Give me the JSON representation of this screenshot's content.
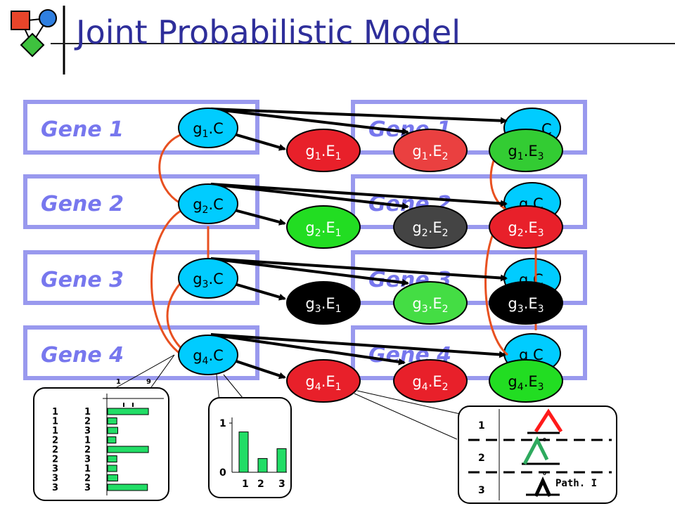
{
  "slide": {
    "title": "Joint Probabilistic Model"
  },
  "logo": {
    "icon": "node-graph-logo",
    "colors": [
      "#e8452a",
      "#2f7fe0",
      "#3ec23e"
    ]
  },
  "genes": [
    {
      "label": "Gene 1"
    },
    {
      "label": "Gene 2"
    },
    {
      "label": "Gene 3"
    },
    {
      "label": "Gene 4"
    }
  ],
  "cluster_nodes": [
    {
      "base": "g",
      "index": "1",
      "suffix": ".C"
    },
    {
      "base": "g",
      "index": "2",
      "suffix": ".C"
    },
    {
      "base": "g",
      "index": "3",
      "suffix": ".C"
    },
    {
      "base": "g",
      "index": "4",
      "suffix": ".C"
    }
  ],
  "right_cluster_nodes": [
    {
      "text": "C"
    },
    {
      "text": "g  C"
    },
    {
      "text": "g  C"
    },
    {
      "text": "g  C"
    }
  ],
  "expression_nodes": [
    [
      {
        "base": "g",
        "index": "1",
        "mid": ".E",
        "exp": "1",
        "fill": "#e8202a",
        "text_color": "#ffffff"
      },
      {
        "base": "g",
        "index": "1",
        "mid": ".E",
        "exp": "2",
        "fill": "#ea4040",
        "text_color": "#ffffff"
      },
      {
        "base": "g",
        "index": "1",
        "mid": ".E",
        "exp": "3",
        "fill": "#33cc33",
        "text_color": "#000000"
      }
    ],
    [
      {
        "base": "g",
        "index": "2",
        "mid": ".E",
        "exp": "1",
        "fill": "#22dd22",
        "text_color": "#ffffff"
      },
      {
        "base": "g",
        "index": "2",
        "mid": ".E",
        "exp": "2",
        "fill": "#444444",
        "text_color": "#ffffff"
      },
      {
        "base": "g",
        "index": "2",
        "mid": ".E",
        "exp": "3",
        "fill": "#e8202a",
        "text_color": "#ffffff"
      }
    ],
    [
      {
        "base": "g",
        "index": "3",
        "mid": ".E",
        "exp": "1",
        "fill": "#000000",
        "text_color": "#ffffff"
      },
      {
        "base": "g",
        "index": "3",
        "mid": ".E",
        "exp": "2",
        "fill": "#44dd44",
        "text_color": "#ffffff"
      },
      {
        "base": "g",
        "index": "3",
        "mid": ".E",
        "exp": "3",
        "fill": "#000000",
        "text_color": "#ffffff"
      }
    ],
    [
      {
        "base": "g",
        "index": "4",
        "mid": ".E",
        "exp": "1",
        "fill": "#e8202a",
        "text_color": "#ffffff"
      },
      {
        "base": "g",
        "index": "4",
        "mid": ".E",
        "exp": "2",
        "fill": "#e8202a",
        "text_color": "#ffffff"
      },
      {
        "base": "g",
        "index": "4",
        "mid": ".E",
        "exp": "3",
        "fill": "#22dd22",
        "text_color": "#000000"
      }
    ]
  ],
  "colors": {
    "title": "#2e2e9a",
    "gene_box_border": "#9999ee",
    "gene_label": "#7777ee",
    "cluster_node": "#00ccff",
    "dependency_edge": "#e85020",
    "arrow": "#000000",
    "bars": "#22dd66",
    "spike_red": "#ff1a1a",
    "spike_green": "#2eaa5e"
  },
  "cpd_table": {
    "header_left": "1",
    "header_right": "9",
    "rows": [
      {
        "left": "1",
        "right": "1",
        "value": 0.88
      },
      {
        "left": "1",
        "right": "2",
        "value": 0.2
      },
      {
        "left": "1",
        "right": "3",
        "value": 0.22
      },
      {
        "left": "2",
        "right": "1",
        "value": 0.18
      },
      {
        "left": "2",
        "right": "2",
        "value": 0.88
      },
      {
        "left": "2",
        "right": "3",
        "value": 0.2
      },
      {
        "left": "3",
        "right": "1",
        "value": 0.2
      },
      {
        "left": "3",
        "right": "2",
        "value": 0.22
      },
      {
        "left": "3",
        "right": "3",
        "value": 0.86
      }
    ]
  },
  "chart_data": {
    "type": "bar",
    "categories": [
      "1",
      "2",
      "3"
    ],
    "values": [
      0.82,
      0.28,
      0.48
    ],
    "ylim": [
      0,
      1
    ],
    "yticks": [
      "0",
      "1"
    ]
  },
  "emission_panel": {
    "row_labels": [
      "1",
      "2",
      "3"
    ],
    "path_label": "Path. I"
  }
}
